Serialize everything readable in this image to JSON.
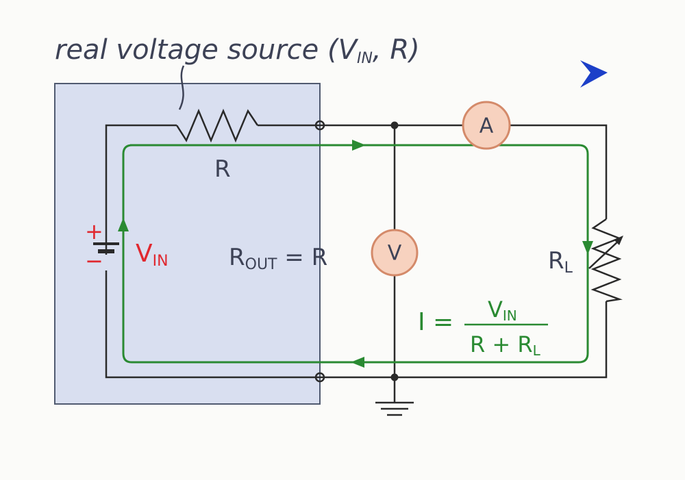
{
  "colors": {
    "wire": "#2a2a2a",
    "current": "#2a8a32",
    "source_box": "#d9dff0",
    "source_box_border": "#505a70",
    "meter_fill": "#f7d2bf",
    "meter_border": "#d48a6a",
    "polarity": "#e0282f",
    "vin": "#e0282f",
    "ink": "#3d4256",
    "nav_arrow": "#1c3fc8"
  },
  "labels": {
    "source_title": "real voltage source (V",
    "source_title_sub": "IN",
    "source_title_end": ", R)",
    "resistor": "R",
    "vin_main": "V",
    "vin_sub": "IN",
    "plus": "+",
    "minus": "−",
    "rout_main": "R",
    "rout_sub": "OUT",
    "rout_rest": " = R",
    "load_main": "R",
    "load_sub": "L",
    "ammeter": "A",
    "voltmeter": "V",
    "formula_lhs": "I =",
    "formula_num_main": "V",
    "formula_num_sub": "IN",
    "formula_den_main": "R + R",
    "formula_den_sub": "L"
  },
  "icons": {
    "nav": "arrowhead-right-icon",
    "ground": "ground-icon"
  }
}
